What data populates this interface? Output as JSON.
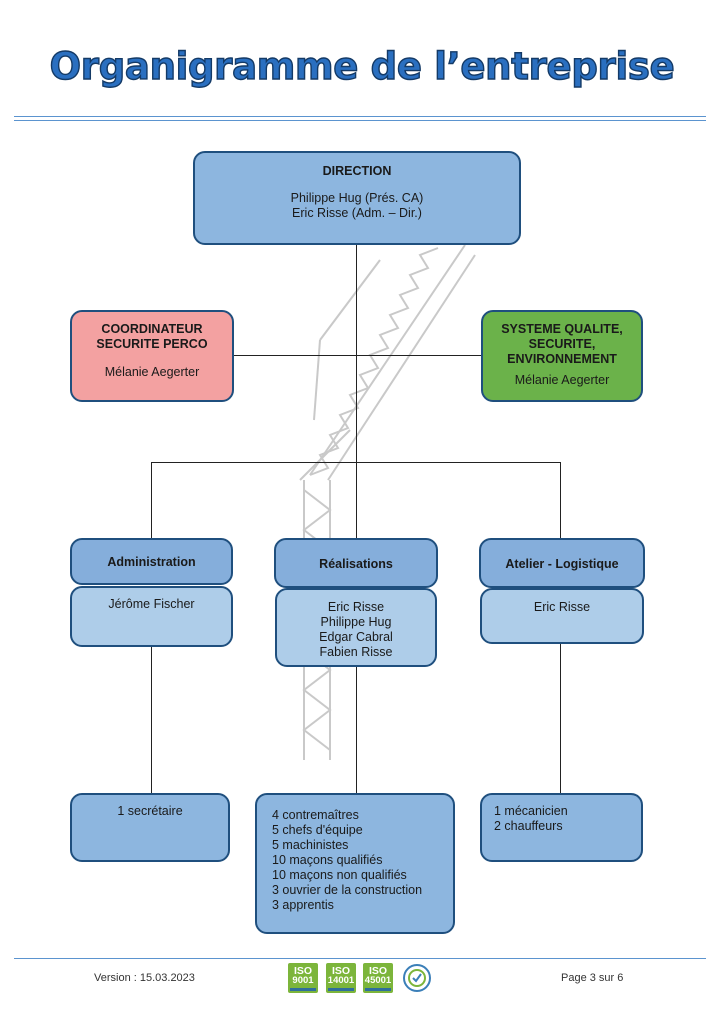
{
  "title": "Organigramme de l’entreprise",
  "direction": {
    "heading": "DIRECTION",
    "members": [
      "Philippe Hug (Prés. CA)",
      "Eric Risse (Adm. – Dir.)"
    ]
  },
  "coordinateur": {
    "heading_lines": [
      "COORDINATEUR",
      "SECURITE PERCO"
    ],
    "person": "Mélanie Aegerter",
    "color": "#f3a1a1"
  },
  "qualite": {
    "heading_lines": [
      "SYSTEME QUALITE,",
      "SECURITE,",
      "ENVIRONNEMENT"
    ],
    "person": "Mélanie Aegerter",
    "color": "#6bb24a"
  },
  "departments": [
    {
      "name": "Administration",
      "people": [
        "Jérôme Fischer"
      ],
      "staff": [
        "1 secrétaire"
      ]
    },
    {
      "name": "Réalisations",
      "people": [
        "Eric Risse",
        "Philippe Hug",
        "Edgar Cabral",
        "Fabien Risse"
      ],
      "staff": [
        "4 contremaîtres",
        "5 chefs d'équipe",
        "5 machinistes",
        "10 maçons qualifiés",
        "10 maçons non qualifiés",
        "3 ouvrier de la construction",
        "3 apprentis"
      ]
    },
    {
      "name": "Atelier - Logistique",
      "people": [
        "Eric Risse"
      ],
      "staff": [
        "1 mécanicien",
        "2 chauffeurs"
      ]
    }
  ],
  "footer": {
    "version": "Version : 15.03.2023",
    "page": "Page 3 sur 6",
    "certifications": [
      {
        "label": "ISO",
        "number": "9001"
      },
      {
        "label": "ISO",
        "number": "14001"
      },
      {
        "label": "ISO",
        "number": "45001"
      }
    ]
  },
  "colors": {
    "title": "#2a6fc0",
    "box_blue": "#8db6df",
    "box_light_blue": "#aecde9",
    "border": "#1f4f7e",
    "iso_green": "#7cb53b"
  }
}
